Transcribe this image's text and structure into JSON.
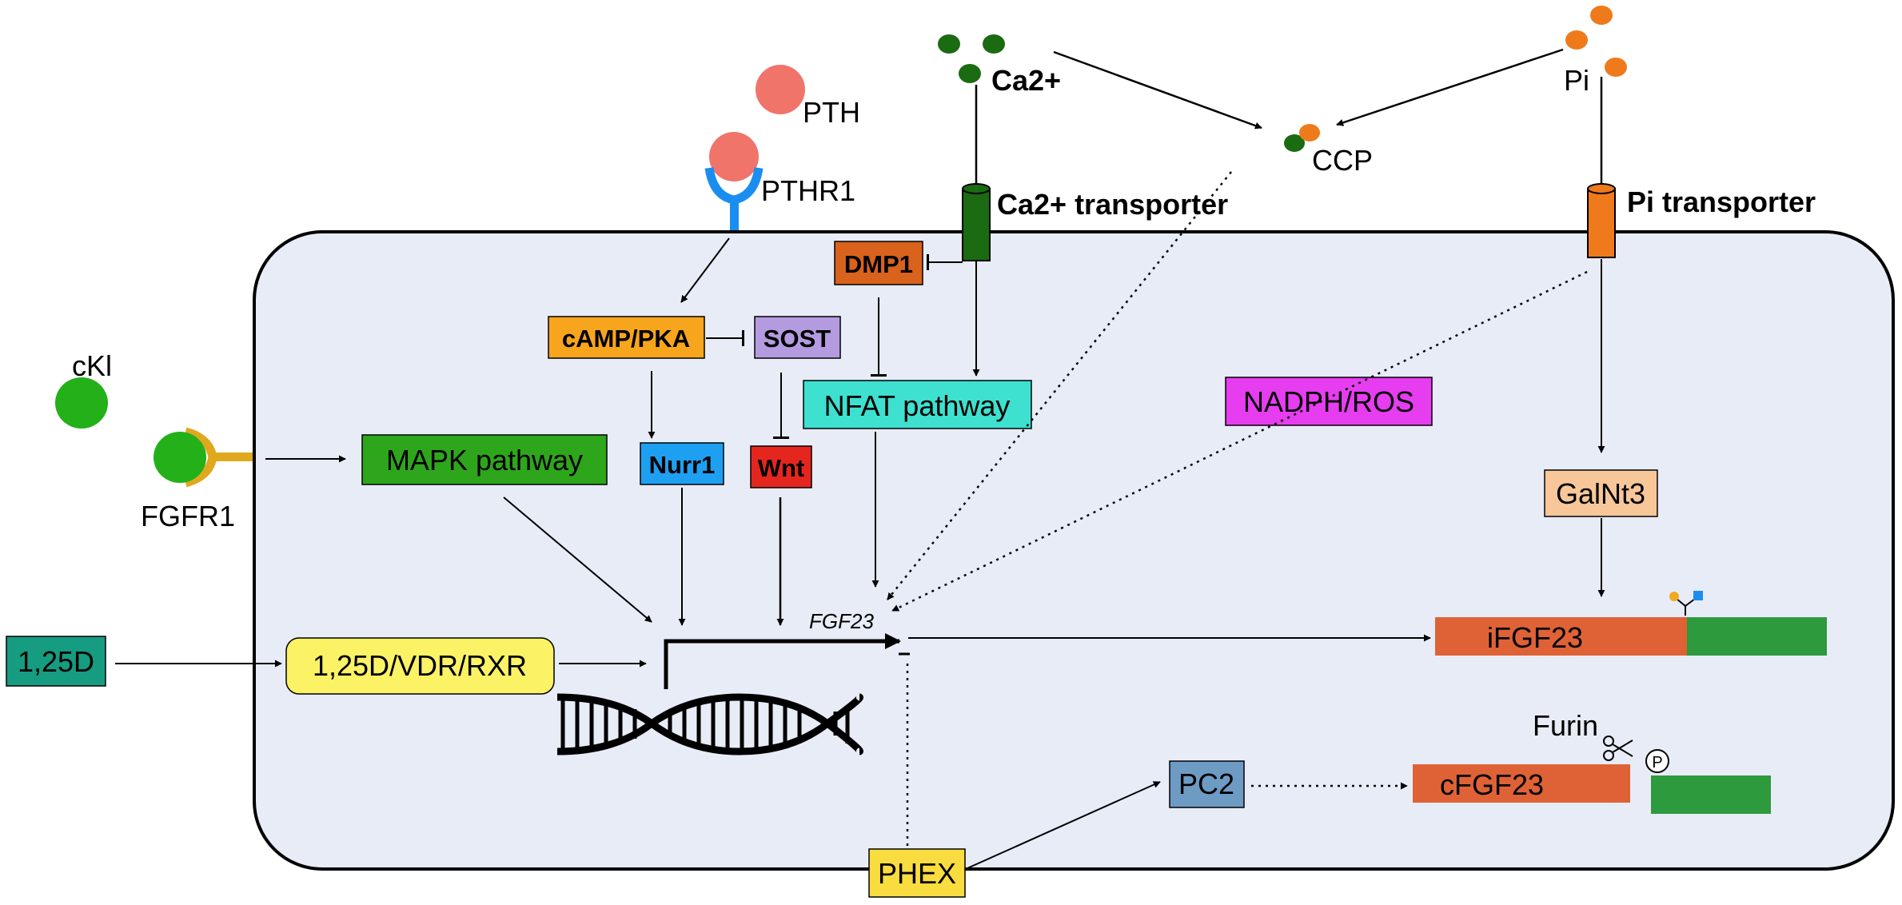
{
  "ions": {
    "ca_label": "Ca2+",
    "pi_label": "Pi",
    "ccp_label": "CCP",
    "ca_transporter": "Ca2+ transporter",
    "pi_transporter": "Pi transporter"
  },
  "receptors": {
    "pth_label": "PTH",
    "pthr1_label": "PTHR1",
    "ckl_label": "cKl",
    "fgfr1_label": "FGFR1"
  },
  "nodes": {
    "dmp1": "DMP1",
    "camp_pka": "cAMP/PKA",
    "sost": "SOST",
    "nfat": "NFAT pathway",
    "nadph_ros": "NADPH/ROS",
    "mapk": "MAPK pathway",
    "nurr1": "Nurr1",
    "wnt": "Wnt",
    "galnt3": "GalNt3",
    "d125": "1,25D",
    "vdr_rxr": "1,25D/VDR/RXR",
    "fgf23_gene": "FGF23",
    "ifgf23": "iFGF23",
    "furin": "Furin",
    "pc2": "PC2",
    "cfgf23": "cFGF23",
    "phex": "PHEX",
    "phospho": "P"
  },
  "colors": {
    "cell_fill": "#e8ecf7",
    "ca_green": "#1a6b12",
    "pi_orange": "#ee7a1c",
    "pth_salmon": "#f0746a",
    "receptor_blue": "#1a8ef0",
    "ckl_green": "#23b019",
    "fgfr_gold": "#e0a81e",
    "dmp1": "#d9621c",
    "camp_pka": "#f7a51c",
    "sost": "#b49be0",
    "nfat": "#3ee0cf",
    "nadph_ros": "#e63df0",
    "mapk": "#2ea61c",
    "nurr1": "#1ea0f2",
    "wnt": "#e5261f",
    "galnt3": "#f7c79a",
    "d125": "#169c80",
    "vdr_rxr": "#fbf266",
    "fgf23_orange": "#df6237",
    "fgf23_green": "#2e9a3e",
    "pc2": "#6e9bc4",
    "phex": "#f9dc3f"
  }
}
